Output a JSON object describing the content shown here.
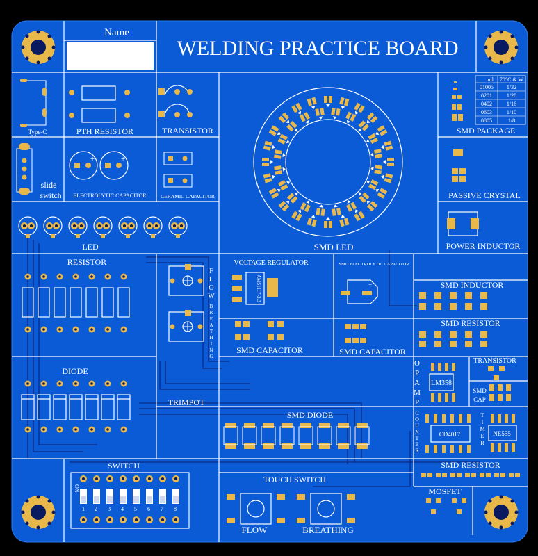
{
  "board": {
    "title": "WELDING PRACTICE BOARD",
    "name_label": "Name",
    "colors": {
      "background": "#0b5bd6",
      "silkscreen": "#ffffff",
      "pad": "#e8b84a",
      "bezel": "#000000"
    }
  },
  "sections": {
    "typec": "Type-C",
    "pth_resistor": "PTH RESISTOR",
    "transistor": "TRANSISTOR",
    "smd_package": "SMD PACKAGE",
    "slide_switch_1": "slide",
    "slide_switch_2": "switch",
    "electrolytic_capacitor": "ELECTROLYTIC CAPACITOR",
    "ceramic_capacitor": "CERAMIC CAPACITOR",
    "passive_crystal": "PASSIVE CRYSTAL",
    "led": "LED",
    "smd_led": "SMD LED",
    "power_inductor": "POWER INDUCTOR",
    "resistor": "RESISTOR",
    "voltage_regulator": "VOLTAGE REGULATOR",
    "ams_chip": "AMS1117-3.3",
    "smd_electrolytic_capacitor": "SMD ELECTROLYTIC CAPACITOR",
    "smd_inductor": "SMD INDUCTOR",
    "smd_resistor_1": "SMD RESISTOR",
    "smd_capacitor_1": "SMD CAPACITOR",
    "smd_capacitor_2": "SMD CAPACITOR",
    "flow_breathing": [
      "F",
      "L",
      "O",
      "W",
      "B",
      "R",
      "E",
      "A",
      "T",
      "H",
      "I",
      "N",
      "G"
    ],
    "op_amp": [
      "O",
      "P",
      "A",
      "M",
      "P"
    ],
    "transistor_small": "TRANSISTOR",
    "lm358": "LM358",
    "smd_cap_1": "SMD",
    "smd_cap_2": "CAP",
    "diode": "DIODE",
    "trimpot": "TRIMPOT",
    "smd_diode": "SMD DIODE",
    "counter": [
      "C",
      "O",
      "U",
      "N",
      "T",
      "E",
      "R"
    ],
    "cd4017": "CD4017",
    "timer": [
      "T",
      "I",
      "M",
      "E",
      "R"
    ],
    "ne555": "NE555",
    "smd_resistor_2": "SMD RESISTOR",
    "switch": "SWITCH",
    "switch_on": "ON",
    "switch_numbers": [
      "1",
      "2",
      "3",
      "4",
      "5",
      "6",
      "7",
      "8"
    ],
    "touch_switch": "TOUCH SWITCH",
    "flow": "FLOW",
    "breathing": "BREATHING",
    "mosfet": "MOSFET"
  },
  "package_table": {
    "headers": [
      "mil",
      "70°C & W"
    ],
    "rows": [
      [
        "01005",
        "1/32"
      ],
      [
        "0201",
        "1/20"
      ],
      [
        "0402",
        "1/16"
      ],
      [
        "0603",
        "1/10"
      ],
      [
        "0805",
        "1/8"
      ]
    ]
  }
}
